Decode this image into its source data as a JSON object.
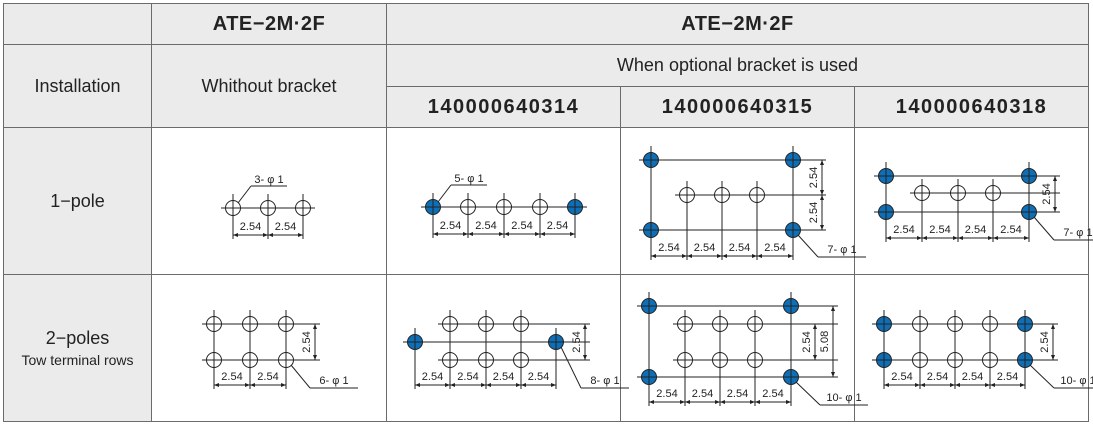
{
  "header": {
    "model_without": "ATE−2M·2F",
    "model_with": "ATE−2M·2F",
    "installation": "Installation",
    "without_bracket": "Whithout bracket",
    "with_bracket": "When optional bracket is used",
    "codes": [
      "140000640314",
      "140000640315",
      "140000640318"
    ]
  },
  "rows": [
    {
      "label": "1−pole",
      "sublabel": ""
    },
    {
      "label": "2−poles",
      "sublabel": "Tow terminal rows"
    }
  ],
  "colors": {
    "filled_hole": "#0e6fb7",
    "header_bg": "#ebebeb",
    "border": "#6b6b6b"
  },
  "diagrams": [
    {
      "callout": "3- φ 1",
      "h_dims": [
        "2.54",
        "2.54"
      ],
      "v_dims": []
    },
    {
      "callout": "5- φ 1",
      "h_dims": [
        "2.54",
        "2.54",
        "2.54",
        "2.54"
      ],
      "v_dims": []
    },
    {
      "callout": "7- φ 1",
      "h_dims": [
        "2.54",
        "2.54",
        "2.54",
        "2.54"
      ],
      "v_dims": [
        "2.54",
        "2.54"
      ]
    },
    {
      "callout": "7- φ 1",
      "h_dims": [
        "2.54",
        "2.54",
        "2.54",
        "2.54"
      ],
      "v_dims": [
        "2.54"
      ]
    },
    {
      "callout": "6- φ 1",
      "h_dims": [
        "2.54",
        "2.54"
      ],
      "v_dims": [
        "2.54"
      ]
    },
    {
      "callout": "8- φ 1",
      "h_dims": [
        "2.54",
        "2.54",
        "2.54",
        "2.54"
      ],
      "v_dims": [
        "2.54"
      ]
    },
    {
      "callout": "10- φ 1",
      "h_dims": [
        "2.54",
        "2.54",
        "2.54",
        "2.54"
      ],
      "v_dims": [
        "2.54",
        "5.08"
      ]
    },
    {
      "callout": "10- φ 1",
      "h_dims": [
        "2.54",
        "2.54",
        "2.54",
        "2.54"
      ],
      "v_dims": [
        "2.54"
      ]
    }
  ]
}
